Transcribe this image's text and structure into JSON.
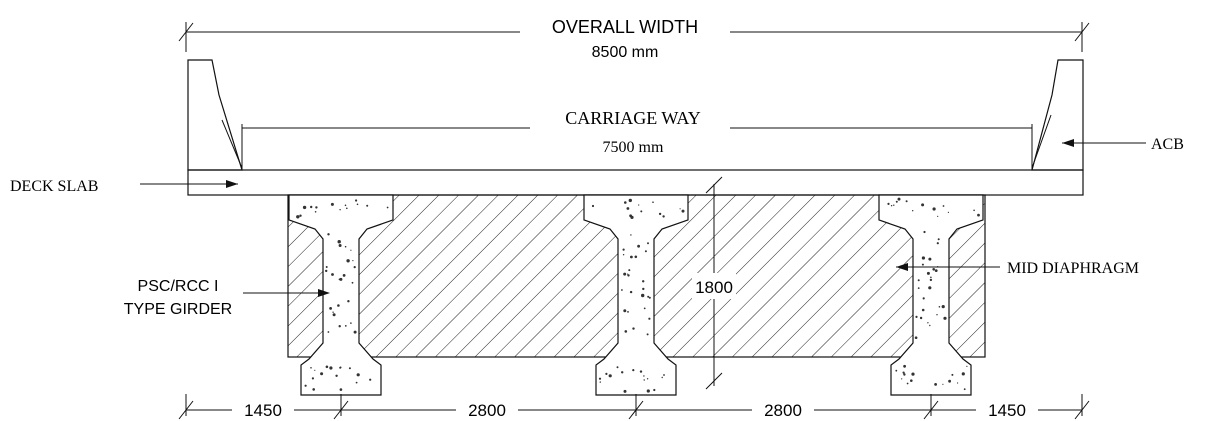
{
  "labels": {
    "overall_width": "OVERALL WIDTH",
    "overall_width_value": "8500 mm",
    "carriage_way": "CARRIAGE WAY",
    "carriage_way_value": "7500 mm",
    "acb": "ACB",
    "deck_slab": "DECK SLAB",
    "girder_line1": "PSC/RCC I",
    "girder_line2": "TYPE GIRDER",
    "mid_diaphragm": "MID DIAPHRAGM",
    "depth": "1800"
  },
  "spacings": [
    "1450",
    "2800",
    "2800",
    "1450"
  ]
}
